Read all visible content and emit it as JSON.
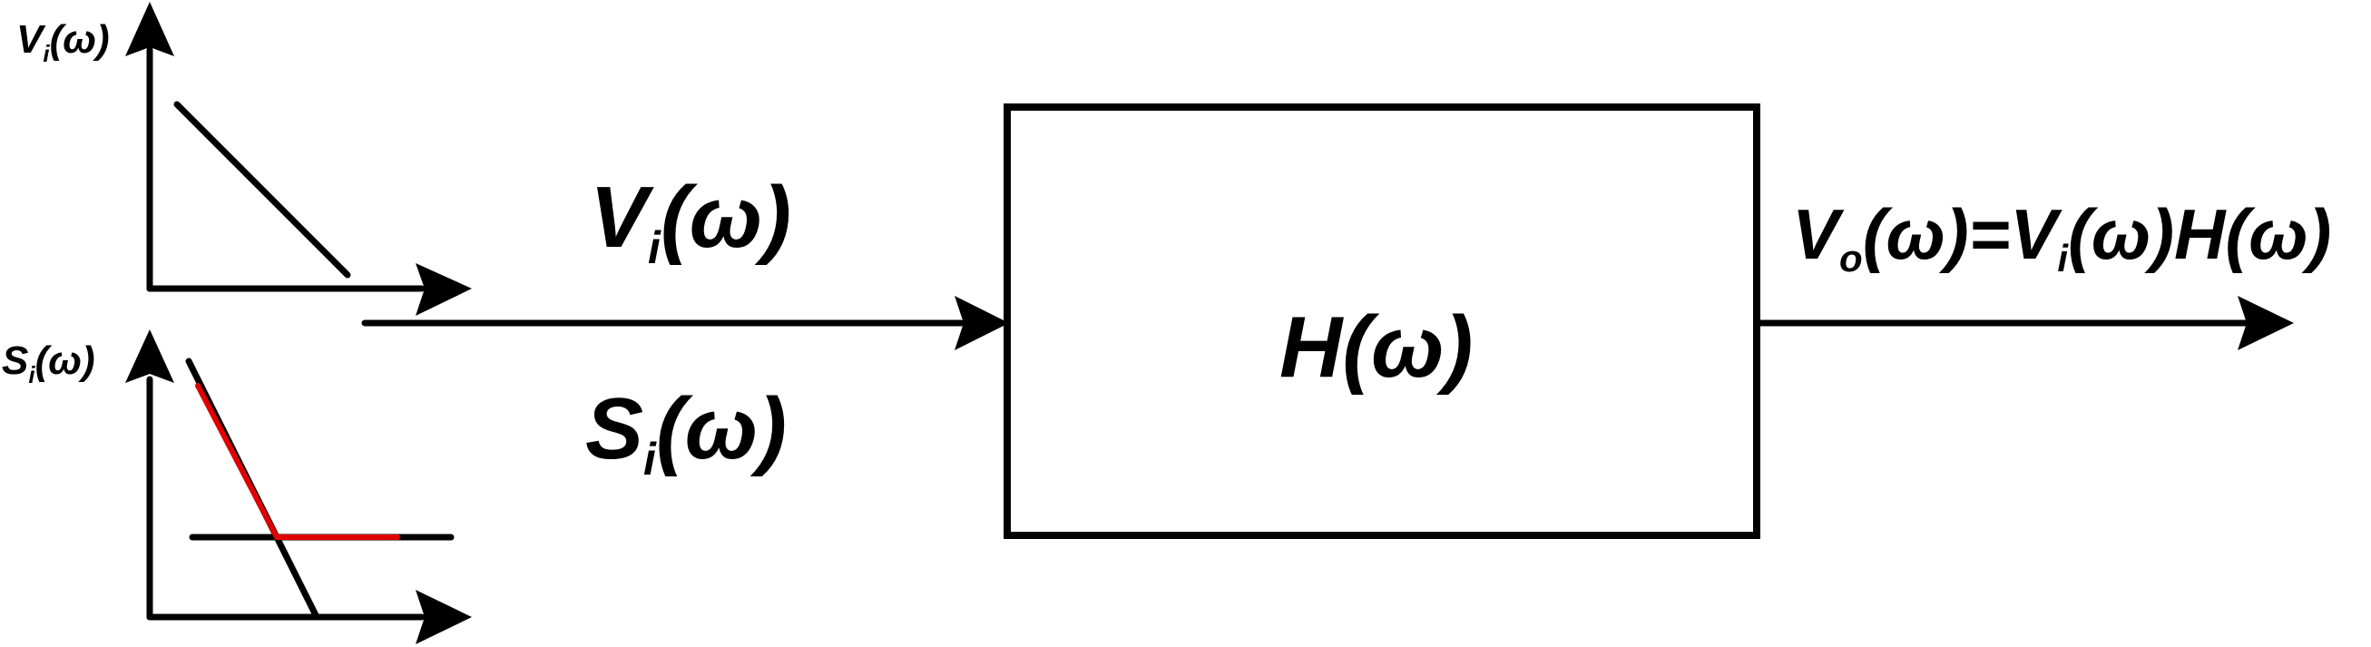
{
  "inset_vi": {
    "axis_label_main": "V",
    "axis_label_sub": "i",
    "axis_label_arg": "(ω)"
  },
  "inset_si": {
    "axis_label_main": "S",
    "axis_label_sub": "i",
    "axis_label_arg": "(ω)",
    "highlight_color": "#e00000"
  },
  "input_labels": {
    "top_main": "V",
    "top_sub": "i",
    "top_arg": "(ω)",
    "bottom_main": "S",
    "bottom_sub": "i",
    "bottom_arg": "(ω)"
  },
  "block": {
    "label": "H(ω)"
  },
  "output": {
    "v_main": "V",
    "v_sub": "o",
    "v_arg": "(ω)",
    "equals": "=",
    "rhs_main": "V",
    "rhs_sub": "i",
    "rhs_rest": "(ω)H(ω)"
  }
}
